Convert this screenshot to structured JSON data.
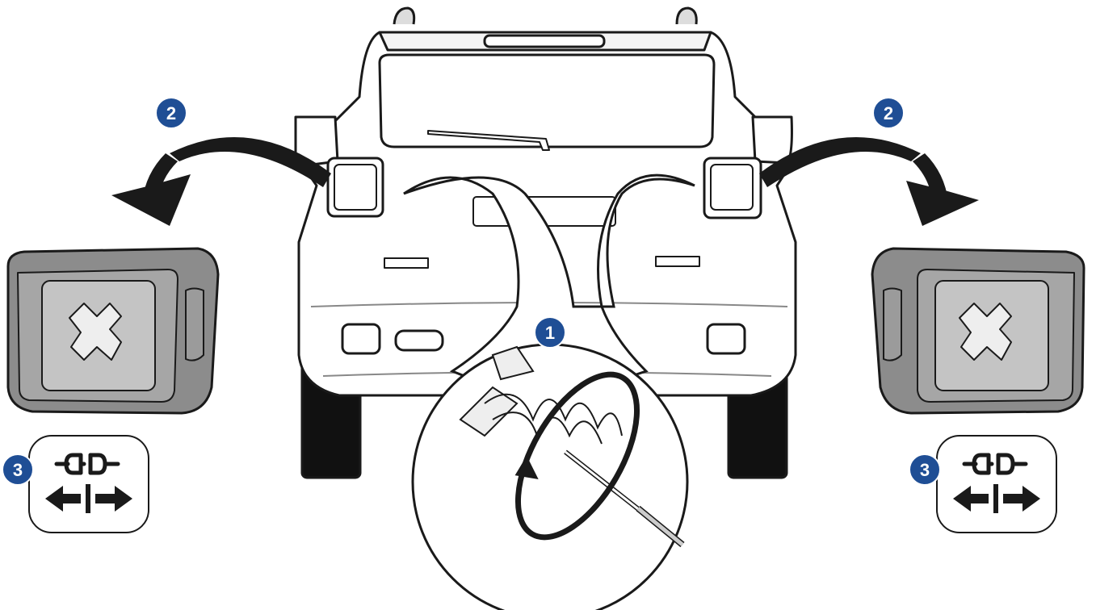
{
  "callouts": {
    "step1": "1",
    "step2_left": "2",
    "step2_right": "2",
    "step3_left": "3",
    "step3_right": "3"
  },
  "colors": {
    "callout_fill": "#1f4e95",
    "line": "#1a1a1a",
    "lamp_gray": "#9e9e9e",
    "lamp_dark": "#6f6f6f",
    "lamp_light": "#cfcfcf"
  },
  "icons": {
    "detail_zoom": "bulb-spring-twist-detail",
    "disconnect": "connector-disconnect-icon",
    "arrows": "pull-apart-arrows-icon"
  }
}
